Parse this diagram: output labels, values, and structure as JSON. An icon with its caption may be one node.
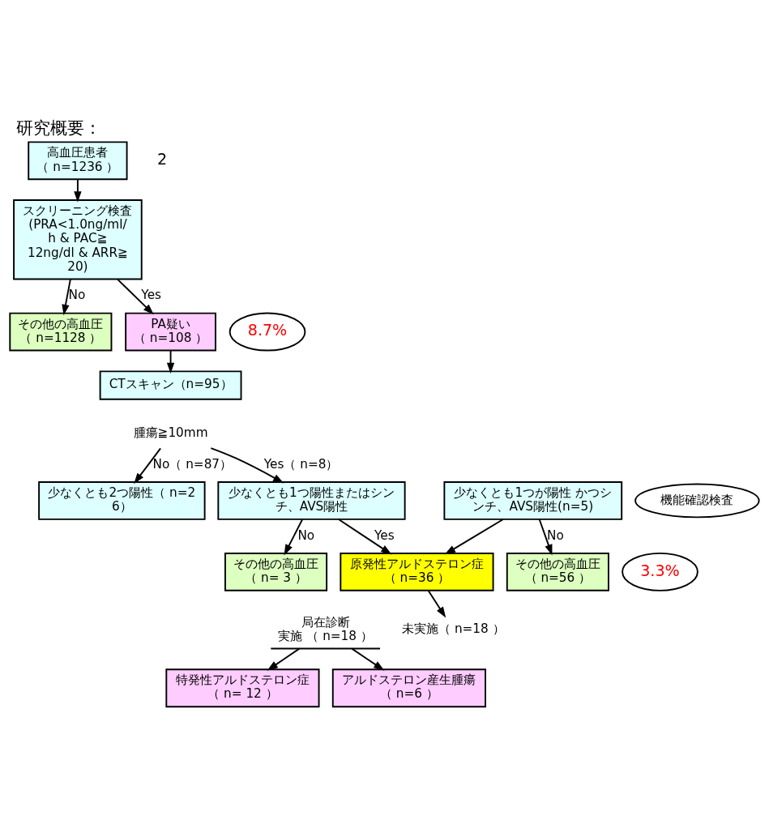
{
  "diagram": {
    "title": "研究概要：",
    "nodes": [
      {
        "text": [
          "高血圧患者",
          "（ n=1236 ）"
        ]
      },
      {
        "text": [
          "スクリーニング検査",
          "(PRA<1.0ng/ml/h & PAC≧ 12ng/dl & ARR≧ 20)"
        ]
      },
      {
        "text": [
          "その他の高血圧",
          "（ n=1128 ）"
        ]
      },
      {
        "text": [
          "PA疑い",
          "（ n=108 ）"
        ]
      },
      {
        "text": [
          "8.7%"
        ]
      },
      {
        "text": [
          "CTスキャン（n=95）"
        ]
      },
      {
        "text": [
          "腫瘍≧10mm"
        ]
      },
      {
        "text": [
          "少なくとも2つ陽性（ n=26）"
        ]
      },
      {
        "text": [
          "少なくとも1つが陽性 かつシンチ、AVS陽性(n=5)"
        ]
      },
      {
        "text": [
          "その他の高血圧",
          "（ n=56 ）"
        ]
      },
      {
        "text": [
          "少なくとも1つ陽性またはシンチ、AVS陽性"
        ]
      },
      {
        "text": [
          "機能確認検査"
        ]
      },
      {
        "text": [
          "その他の高血圧",
          "（ n= 3 ）"
        ]
      },
      {
        "text": [
          "原発性アルドステロン症",
          "（ n=36 ）"
        ]
      },
      {
        "text": [
          "3.3%"
        ]
      },
      {
        "text": [
          "局在診断",
          "実施 （ n=18 ）"
        ]
      },
      {
        "text": [
          "未実施（ n=18 ）"
        ]
      },
      {
        "text": [
          "特発性アルドステロン症",
          "（ n= 12 ）"
        ]
      },
      {
        "text": [
          "アルドステロン産生腫瘍",
          "（ n=6 ）"
        ]
      }
    ],
    "edges": [
      {
        "from": 0,
        "to": 1,
        "arrow": "to"
      },
      {
        "from": 1,
        "to": 3,
        "arrow": "to",
        "label": "Yes"
      },
      {
        "from": 1,
        "to": 2,
        "arrow": "to",
        "label": "No"
      },
      {
        "from": 3,
        "to": 5,
        "arrow": "to"
      },
      {
        "from": 6,
        "to": 7,
        "arrow": "to",
        "label": "No（ n=87）"
      },
      {
        "from": 6,
        "to": 10,
        "arrow": "to",
        "label": "Yes（ n=8）"
      },
      {
        "from": 8,
        "to": 9,
        "arrow": "to",
        "label": "No"
      },
      {
        "from": 8,
        "to": 13,
        "arrow": "to"
      },
      {
        "from": 10,
        "to": 13,
        "arrow": "to",
        "label": "Yes"
      },
      {
        "from": 10,
        "to": 12,
        "arrow": "to",
        "label": "No"
      },
      {
        "from": 13,
        "to": 16,
        "arrow": "to"
      },
      {
        "from": 15,
        "to": 17,
        "arrow": "to"
      },
      {
        "from": 15,
        "to": 18,
        "arrow": "to"
      }
    ],
    "labels": [
      "2"
    ]
  }
}
